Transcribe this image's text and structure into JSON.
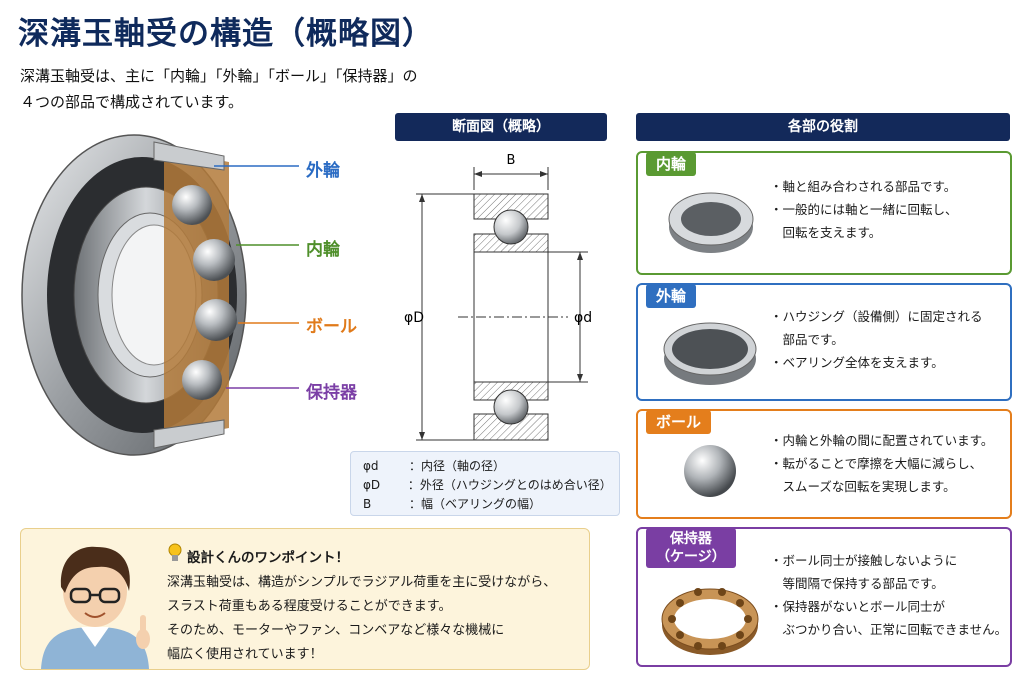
{
  "title": "深溝玉軸受の構造（概略図）",
  "intro": {
    "line1": "深溝玉軸受は、主に「内輪」「外輪」「ボール」「保持器」の",
    "line2": "４つの部品で構成されています。"
  },
  "callouts": [
    {
      "label": "外輪",
      "color": "#2b6cc4"
    },
    {
      "label": "内輪",
      "color": "#4f8f2a"
    },
    {
      "label": "ボール",
      "color": "#e07a1a"
    },
    {
      "label": "保持器",
      "color": "#7b3fa6"
    }
  ],
  "section": {
    "header": "断面図（概略）",
    "dim_B": "B",
    "dim_D": "φD",
    "dim_d": "φd"
  },
  "legend": [
    {
      "sym": "φd",
      "text": "：内径（軸の径）"
    },
    {
      "sym": "φD",
      "text": "：外径（ハウジングとのはめ合い径）"
    },
    {
      "sym": "B",
      "text": "：幅（ベアリングの幅）"
    }
  ],
  "roles": {
    "header": "各部の役割",
    "cards": [
      {
        "tag": "内輪",
        "color": "#5a9a32",
        "lines": [
          "・軸と組み合わされる部品です。",
          "・一般的には軸と一緒に回転し、",
          "　回転を支えます。"
        ]
      },
      {
        "tag": "外輪",
        "color": "#2f6fc0",
        "lines": [
          "・ハウジング（設備側）に固定される",
          "　部品です。",
          "・ベアリング全体を支えます。"
        ]
      },
      {
        "tag": "ボール",
        "color": "#e47e1c",
        "lines": [
          "・内輪と外輪の間に配置されています。",
          "・転がることで摩擦を大幅に減らし、",
          "　スムーズな回転を実現します。"
        ]
      },
      {
        "tag": "保持器",
        "tag2": "（ケージ）",
        "color": "#7a3ea3",
        "lines": [
          "・ボール同士が接触しないように",
          "　等間隔で保持する部品です。",
          "・保持器がないとボール同士が",
          "　ぶつかり合い、正常に回転できません。"
        ]
      }
    ]
  },
  "tip": {
    "head": "設計くんのワンポイント！",
    "lines": [
      "深溝玉軸受は、構造がシンプルでラジアル荷重を主に受けながら、",
      "スラスト荷重もある程度受けることができます。",
      "そのため、モーターやファン、コンベアなど様々な機械に",
      "幅広く使用されています！"
    ]
  }
}
